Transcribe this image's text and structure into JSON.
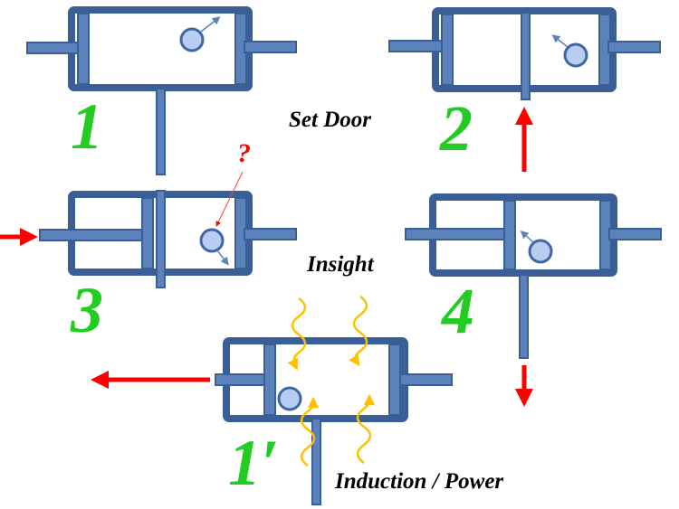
{
  "colors": {
    "frame": "#3a5f96",
    "frame_fill": "#5b82bb",
    "particle": "#b9cdf0",
    "particle_stroke": "#3f67a3",
    "arrow_red": "#ff0000",
    "wave": "#ffc000",
    "step_number": "#22cc22",
    "caption": "#000000"
  },
  "step_labels": {
    "s1": "1",
    "s2": "2",
    "s3": "3",
    "s4": "4",
    "s1p": "1′"
  },
  "captions": {
    "set_door": "Set Door",
    "insight": "Insight",
    "induction_power": "Induction / Power"
  },
  "question_mark": "?"
}
